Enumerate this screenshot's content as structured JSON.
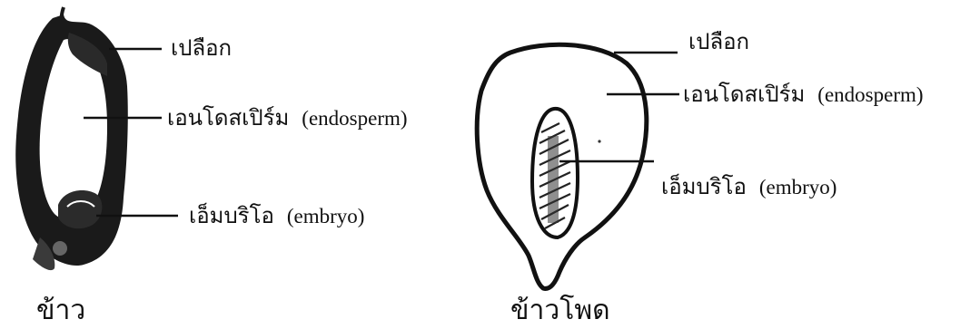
{
  "rice": {
    "caption": "ข้าว",
    "labels": {
      "hull": "เปลือก",
      "endosperm_thai": "เอนโดสเปิร์ม",
      "endosperm_en": "(endosperm)",
      "embryo_thai": "เอ็มบริโอ",
      "embryo_en": "(embryo)"
    }
  },
  "corn": {
    "caption": "ข้าวโพด",
    "labels": {
      "hull": "เปลือก",
      "endosperm_thai": "เอนโดสเปิร์ม",
      "endosperm_en": "(endosperm)",
      "embryo_thai": "เอ็มบริโอ",
      "embryo_en": "(embryo)"
    }
  },
  "colors": {
    "ink": "#111111",
    "background": "#ffffff"
  }
}
